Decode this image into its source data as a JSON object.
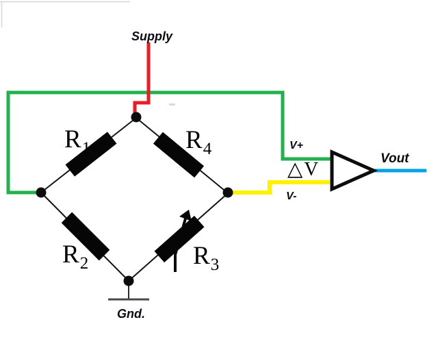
{
  "labels": {
    "supply": "Supply",
    "ground": "Gnd.",
    "v_plus": "V+",
    "v_minus": "V-",
    "delta_v": "△V",
    "vout": "Vout"
  },
  "resistors": [
    {
      "id": "R1",
      "base": "R",
      "sub": "1",
      "variable": false
    },
    {
      "id": "R2",
      "base": "R",
      "sub": "2",
      "variable": false
    },
    {
      "id": "R3",
      "base": "R",
      "sub": "3",
      "variable": true
    },
    {
      "id": "R4",
      "base": "R",
      "sub": "4",
      "variable": false
    }
  ],
  "colors": {
    "supply_wire": "#ED1C24",
    "positive_sense_wire": "#22B14C",
    "negative_sense_wire": "#FFF200",
    "output_wire": "#00A2E8",
    "schematic_black": "#141414"
  }
}
